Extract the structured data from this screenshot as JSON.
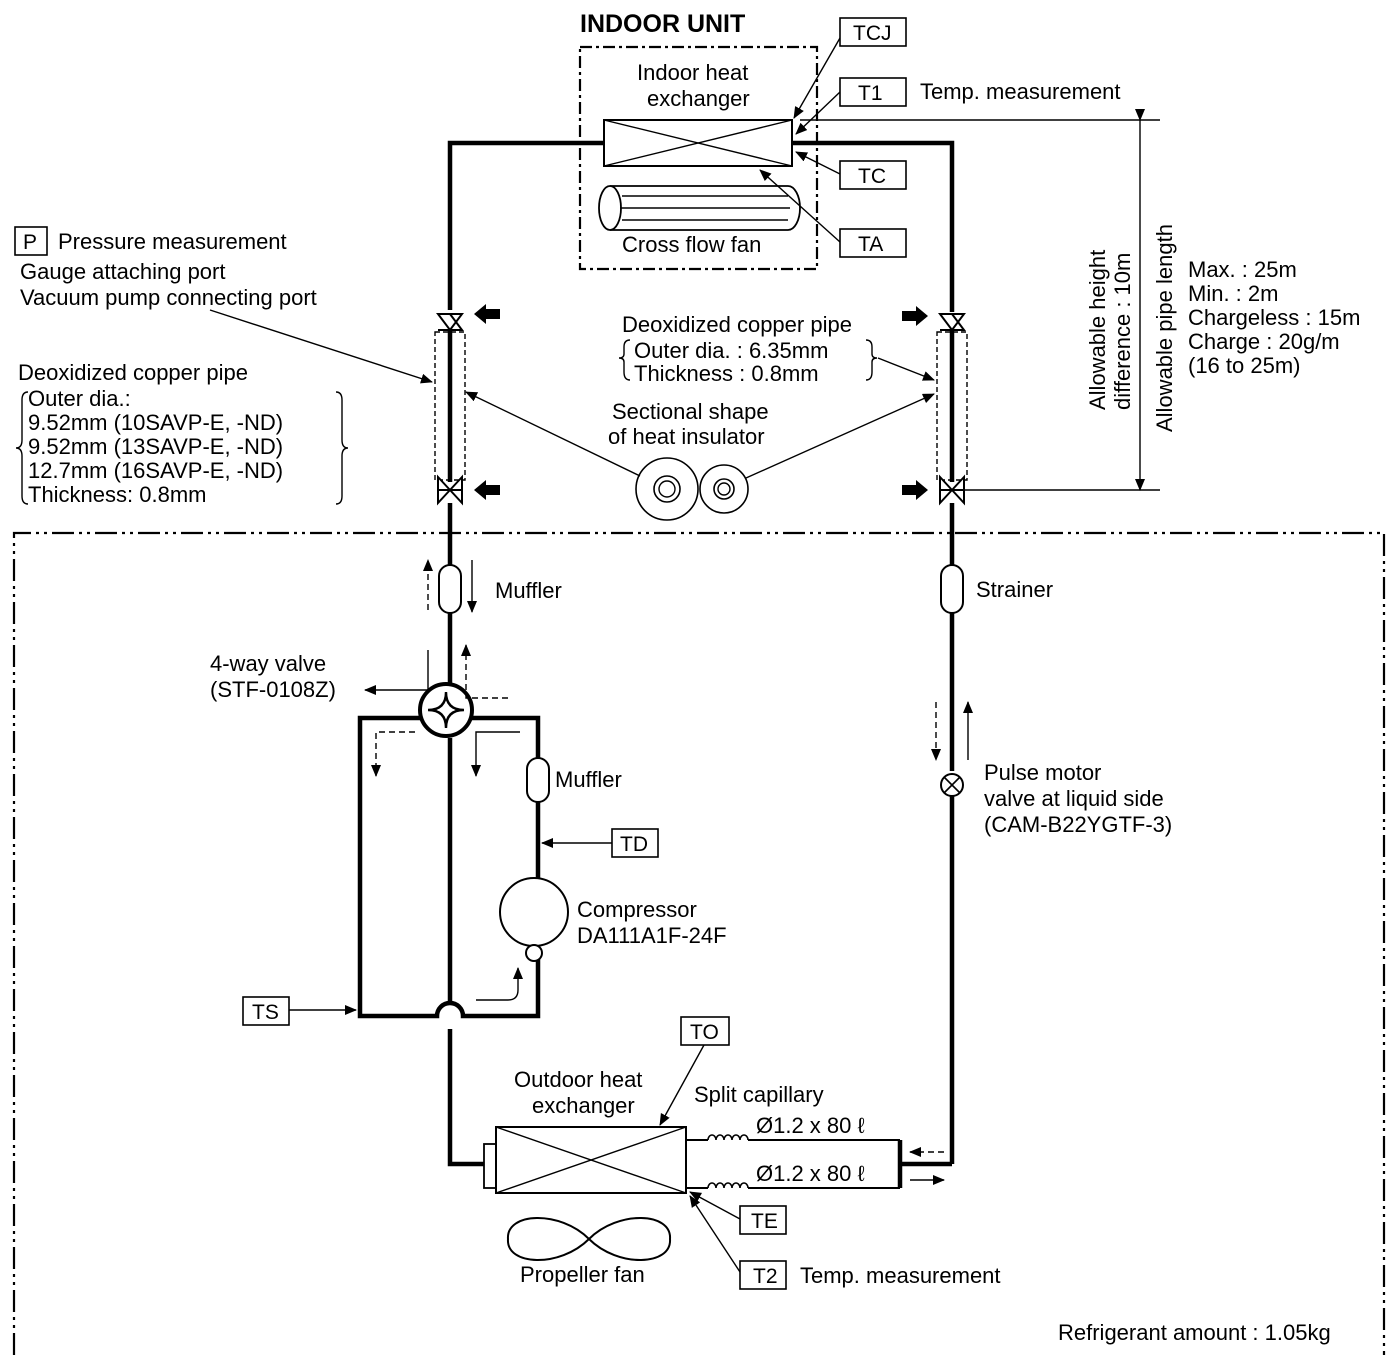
{
  "indoor_unit": {
    "title": "INDOOR UNIT",
    "heat_exchanger_line1": "Indoor heat",
    "heat_exchanger_line2": "exchanger",
    "fan": "Cross flow fan"
  },
  "sensors": {
    "tcj": "TCJ",
    "t1": "T1",
    "tc": "TC",
    "ta": "TA",
    "td": "TD",
    "ts": "TS",
    "to": "TO",
    "te": "TE",
    "t2": "T2",
    "p": "P"
  },
  "temp_measurement": "Temp. measurement",
  "pressure": {
    "label": "Pressure measurement",
    "line2": "Gauge attaching port",
    "line3": "Vacuum pump connecting port"
  },
  "left_pipe": {
    "title": "Deoxidized copper pipe",
    "lines": [
      "Outer dia.:",
      "9.52mm (10SAVP-E, -ND)",
      "9.52mm (13SAVP-E, -ND)",
      "12.7mm (16SAVP-E, -ND)",
      "Thickness: 0.8mm"
    ]
  },
  "right_pipe": {
    "title": "Deoxidized copper pipe",
    "outer": "Outer dia.  : 6.35mm",
    "thickness": "Thickness : 0.8mm"
  },
  "insulator": {
    "line1": "Sectional shape",
    "line2": "of heat insulator"
  },
  "allowable": {
    "height_line1": "Allowable height",
    "height_line2": "difference : 10m",
    "length": "Allowable pipe length",
    "specs": [
      "Max.     : 25m",
      "Min.     : 2m",
      "Chargeless : 15m",
      "Charge : 20g/m",
      "(16 to 25m)"
    ]
  },
  "components": {
    "muffler_top": "Muffler",
    "strainer": "Strainer",
    "four_way_line1": "4-way valve",
    "four_way_line2": "(STF-0108Z)",
    "muffler_mid": "Muffler",
    "pmv_line1": "Pulse motor",
    "pmv_line2": "valve at liquid side",
    "pmv_line3": "(CAM-B22YGTF-3)",
    "compressor_line1": "Compressor",
    "compressor_line2": "DA111A1F-24F",
    "outdoor_hx_line1": "Outdoor heat",
    "outdoor_hx_line2": "exchanger",
    "split_capillary": "Split capillary",
    "capillary_1": "Ø1.2 x 80 ℓ",
    "capillary_2": "Ø1.2 x 80 ℓ",
    "propeller_fan": "Propeller fan"
  },
  "refrigerant_amount": "Refrigerant amount : 1.05kg"
}
